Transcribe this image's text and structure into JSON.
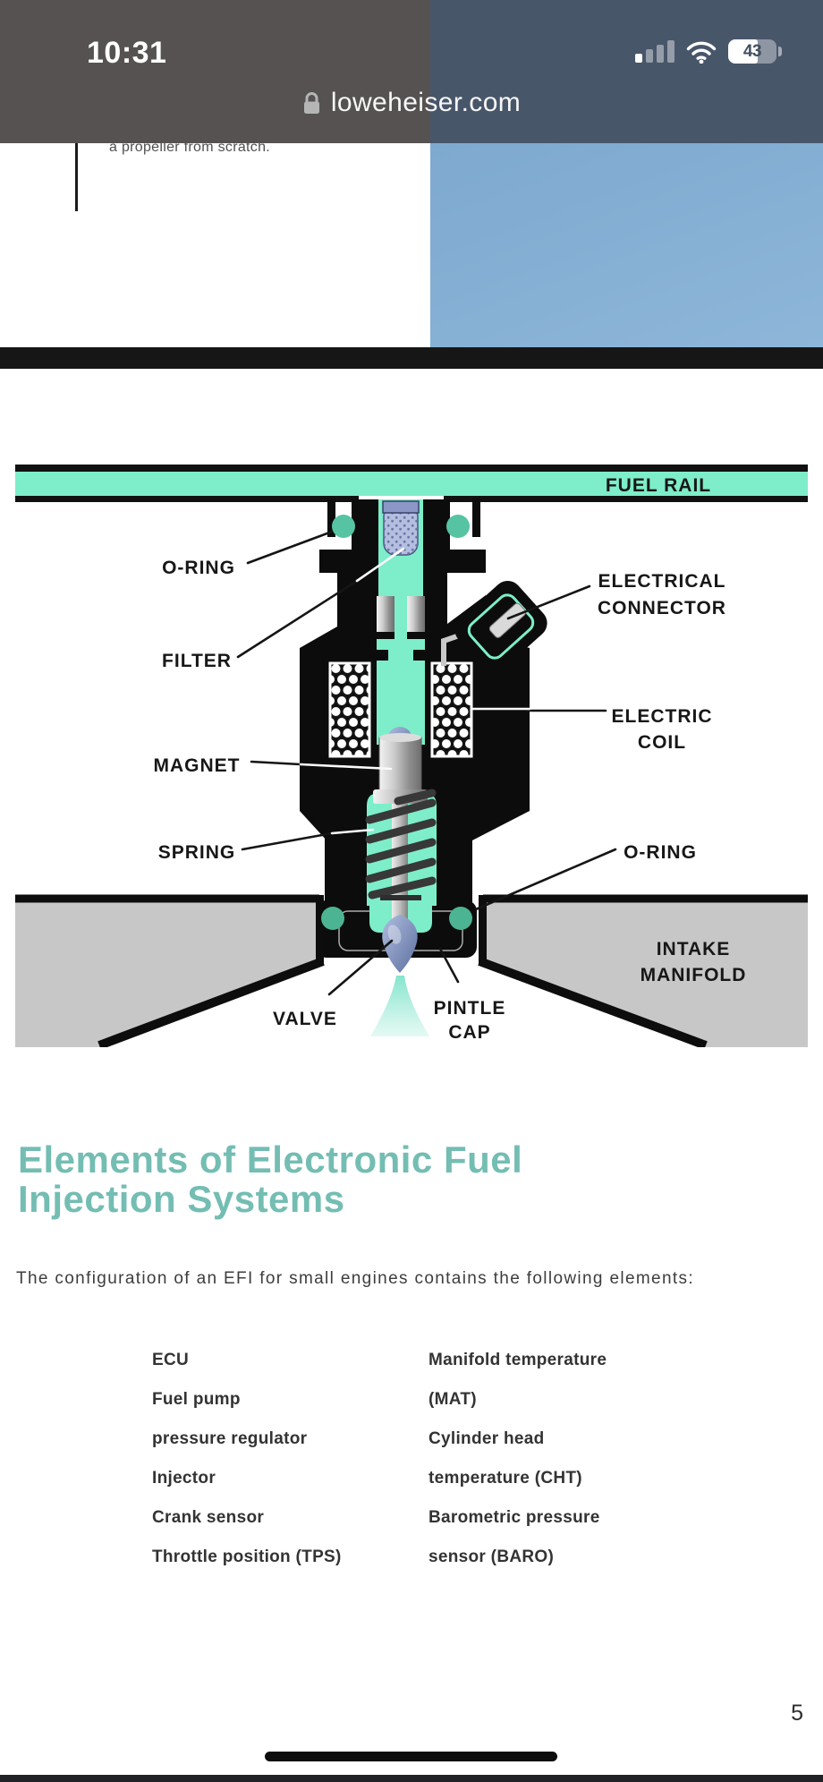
{
  "status_bar": {
    "time": "10:31",
    "battery_percent": "43"
  },
  "url_bar": {
    "domain": "loweheiser.com"
  },
  "page_top": {
    "clipped_text": "a propeller from scratch."
  },
  "diagram": {
    "labels": {
      "fuel_rail": "FUEL RAIL",
      "oring": "O-RING",
      "filter": "FILTER",
      "electrical_line1": "ELECTRICAL",
      "electrical_line2": "CONNECTOR",
      "coil_line1": "ELECTRIC",
      "coil_line2": "COIL",
      "magnet": "MAGNET",
      "spring": "SPRING",
      "intake_line1": "INTAKE",
      "intake_line2": "MANIFOLD",
      "valve": "VALVE",
      "pintle_line1": "PINTLE",
      "pintle_line2": "CAP"
    },
    "colors": {
      "fuel_teal": "#7deec9",
      "oring_top": "#56c4a2",
      "oring_bottom": "#4cb493",
      "body_black": "#0c0c0c",
      "manifold_gray": "#c7c7c7"
    }
  },
  "section": {
    "heading_line1": "Elements of Electronic Fuel",
    "heading_line2": "Injection Systems",
    "heading_color": "#74bdb3",
    "intro": "The configuration of an EFI for small engines contains the following elements:",
    "list_col1": [
      "ECU",
      "Fuel pump",
      "pressure regulator",
      "Injector",
      "Crank sensor",
      "Throttle position (TPS)"
    ],
    "list_col2": [
      "Manifold temperature",
      "(MAT)",
      "Cylinder head",
      "temperature (CHT)",
      "Barometric pressure",
      "sensor (BARO)"
    ]
  },
  "footer": {
    "page_number": "5"
  }
}
